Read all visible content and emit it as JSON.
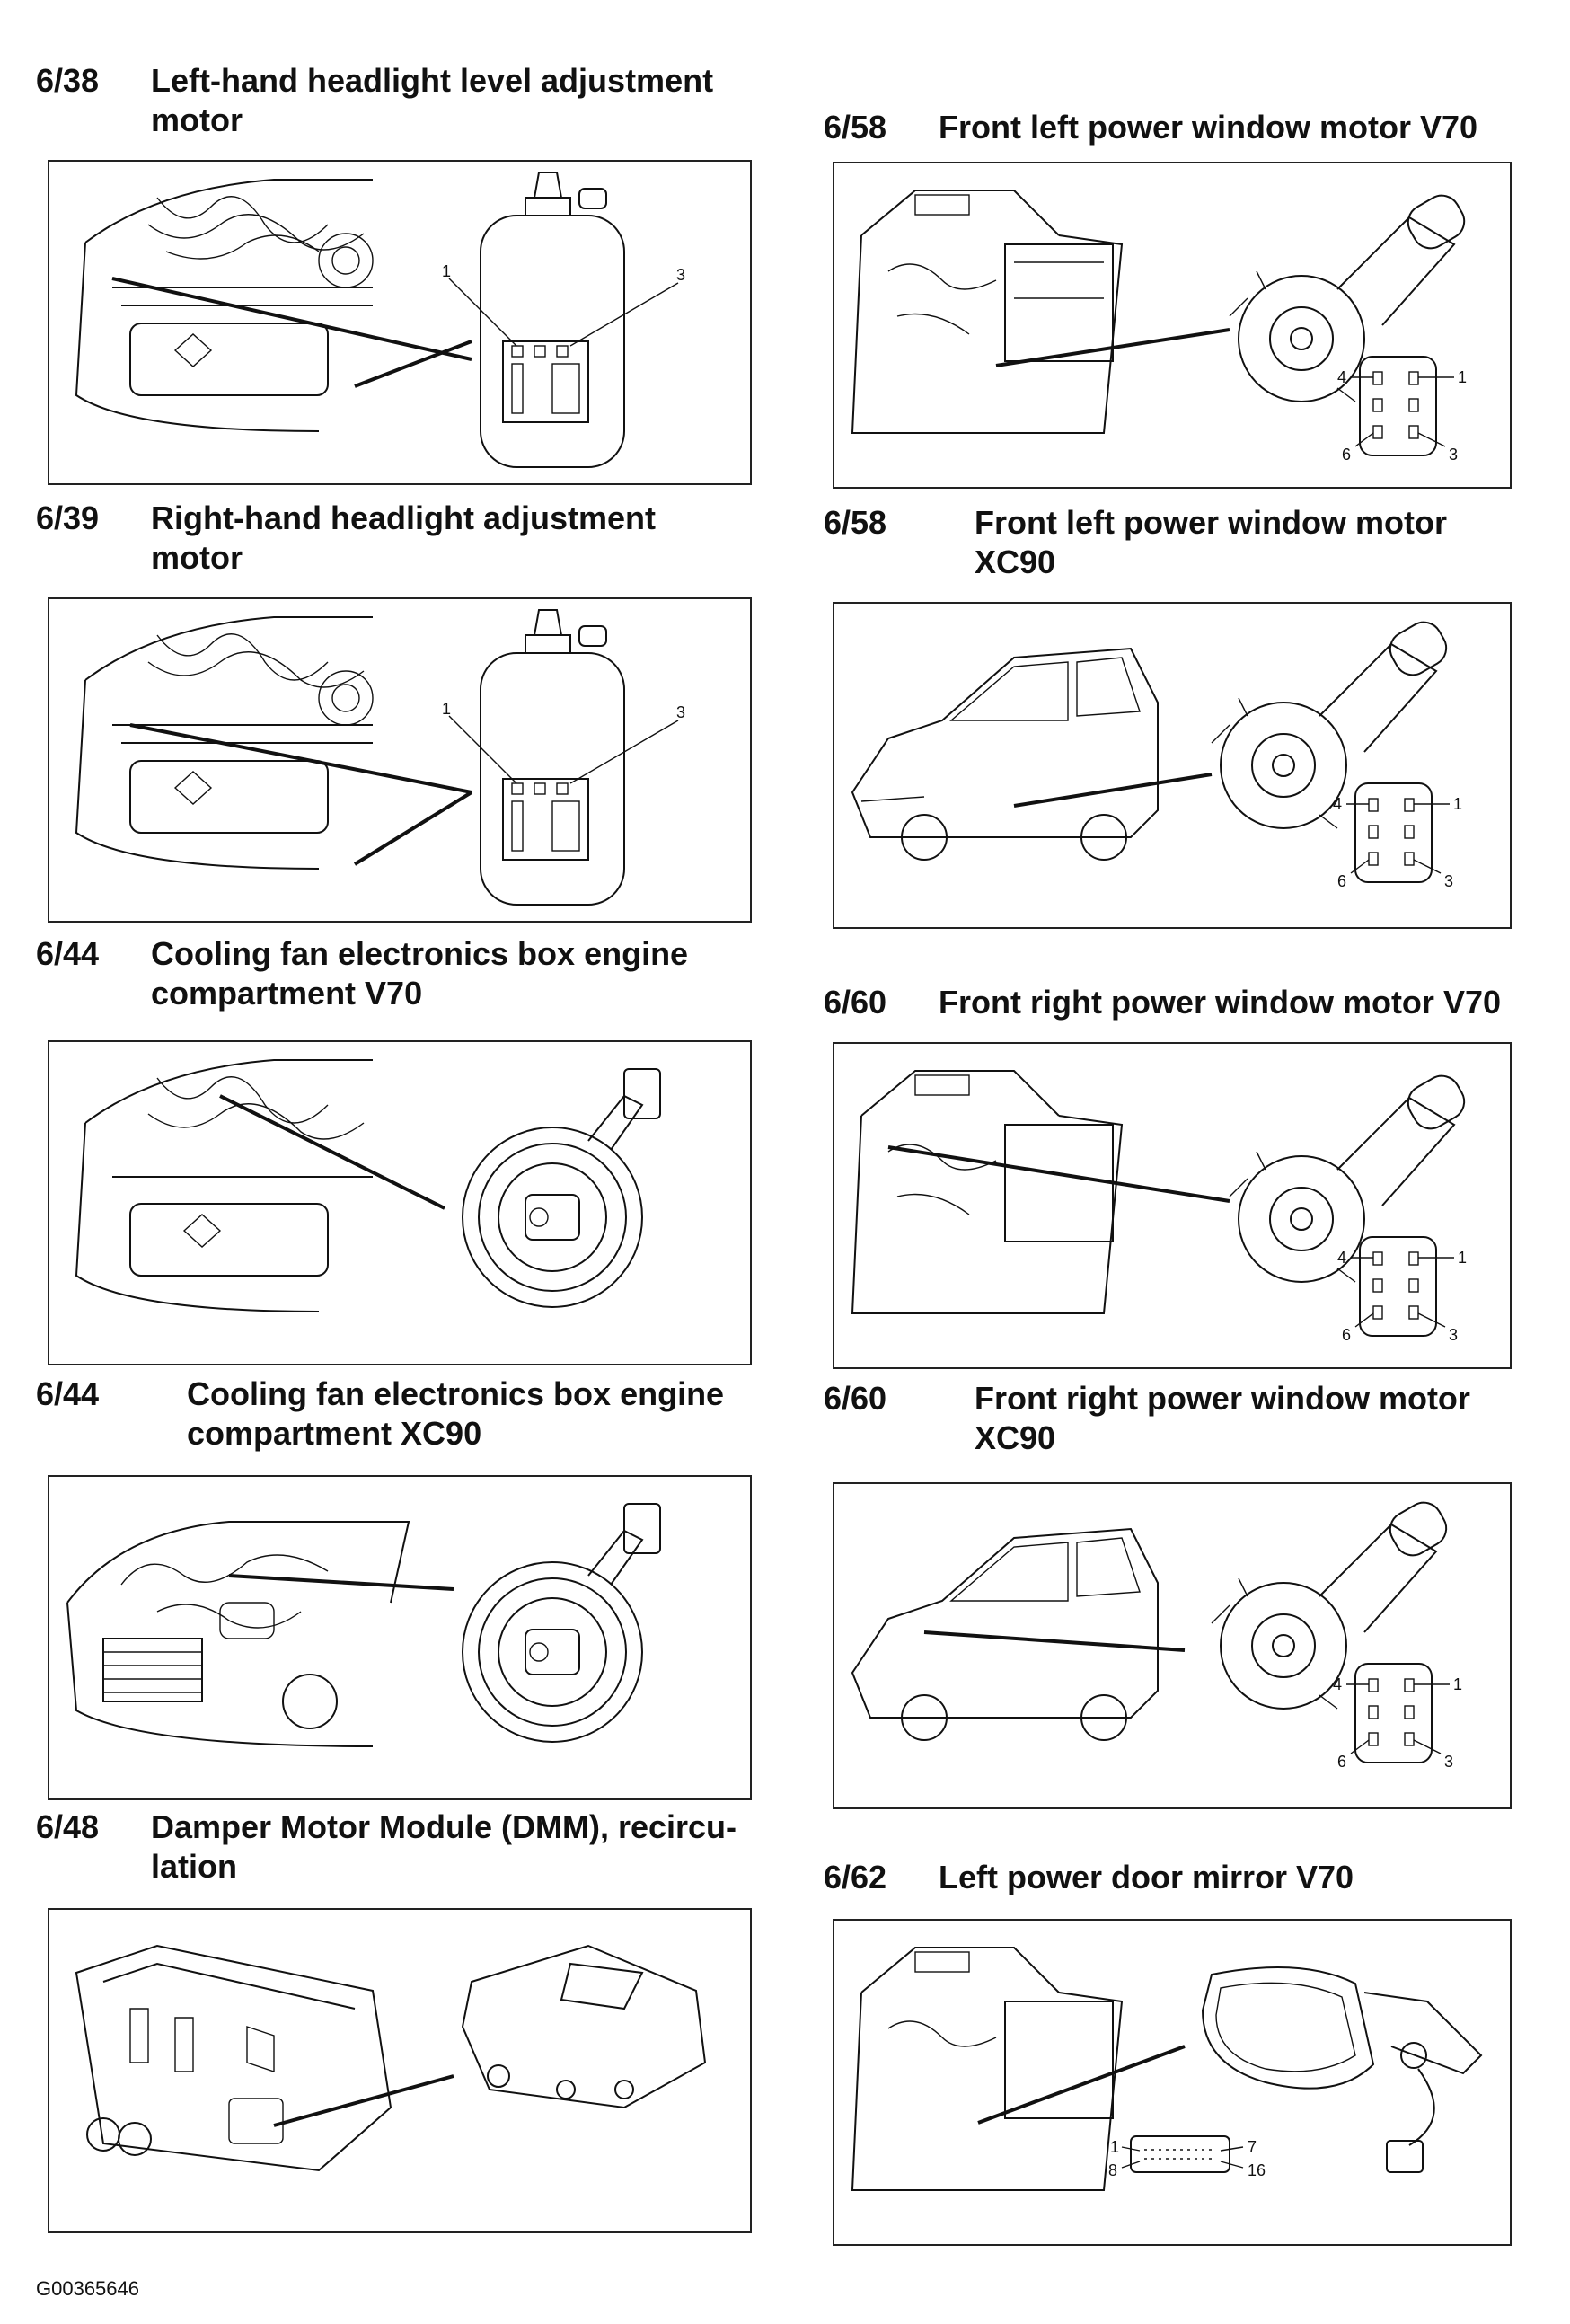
{
  "sections": [
    {
      "number": "6/38",
      "title": "Left-hand headlight level adjustment motor",
      "line1": "Left-hand headlight level adjustment",
      "line2": "motor",
      "pins": [
        "1",
        "3"
      ]
    },
    {
      "number": "6/39",
      "title": "Right-hand headlight adjustment motor",
      "line1": "Right-hand headlight adjustment",
      "line2": "motor",
      "pins": [
        "1",
        "3"
      ]
    },
    {
      "number": "6/44",
      "title": "Cooling fan electronics box engine compartment V70",
      "line1": "Cooling fan electronics box engine",
      "line2": "compartment V70"
    },
    {
      "number": "6/44",
      "title": "Cooling fan electronics box engine compartment XC90",
      "line1": "Cooling fan electronics box engine",
      "line2": "compartment XC90"
    },
    {
      "number": "6/48",
      "title": "Damper Motor Module (DMM), recirculation",
      "line1": "Damper Motor Module (DMM), recircu-",
      "line2": "lation"
    },
    {
      "number": "6/58",
      "title": "Front left power window motor V70",
      "line1": "Front left power window motor V70",
      "pins": [
        "4",
        "1",
        "6",
        "3"
      ]
    },
    {
      "number": "6/58",
      "title": "Front left power window motor XC90",
      "line1": "Front left power window motor",
      "line2": "XC90",
      "pins": [
        "4",
        "1",
        "6",
        "3"
      ]
    },
    {
      "number": "6/60",
      "title": "Front right power window motor V70",
      "line1": "Front right power window motor V70",
      "pins": [
        "4",
        "1",
        "6",
        "3"
      ]
    },
    {
      "number": "6/60",
      "title": "Front right power window motor XC90",
      "line1": "Front right power window motor",
      "line2": "XC90",
      "pins": [
        "4",
        "1",
        "6",
        "3"
      ]
    },
    {
      "number": "6/62",
      "title": "Left power door mirror V70",
      "line1": "Left power door mirror V70",
      "pins": [
        "1",
        "7",
        "8",
        "16"
      ]
    }
  ],
  "reference_code": "G00365646"
}
